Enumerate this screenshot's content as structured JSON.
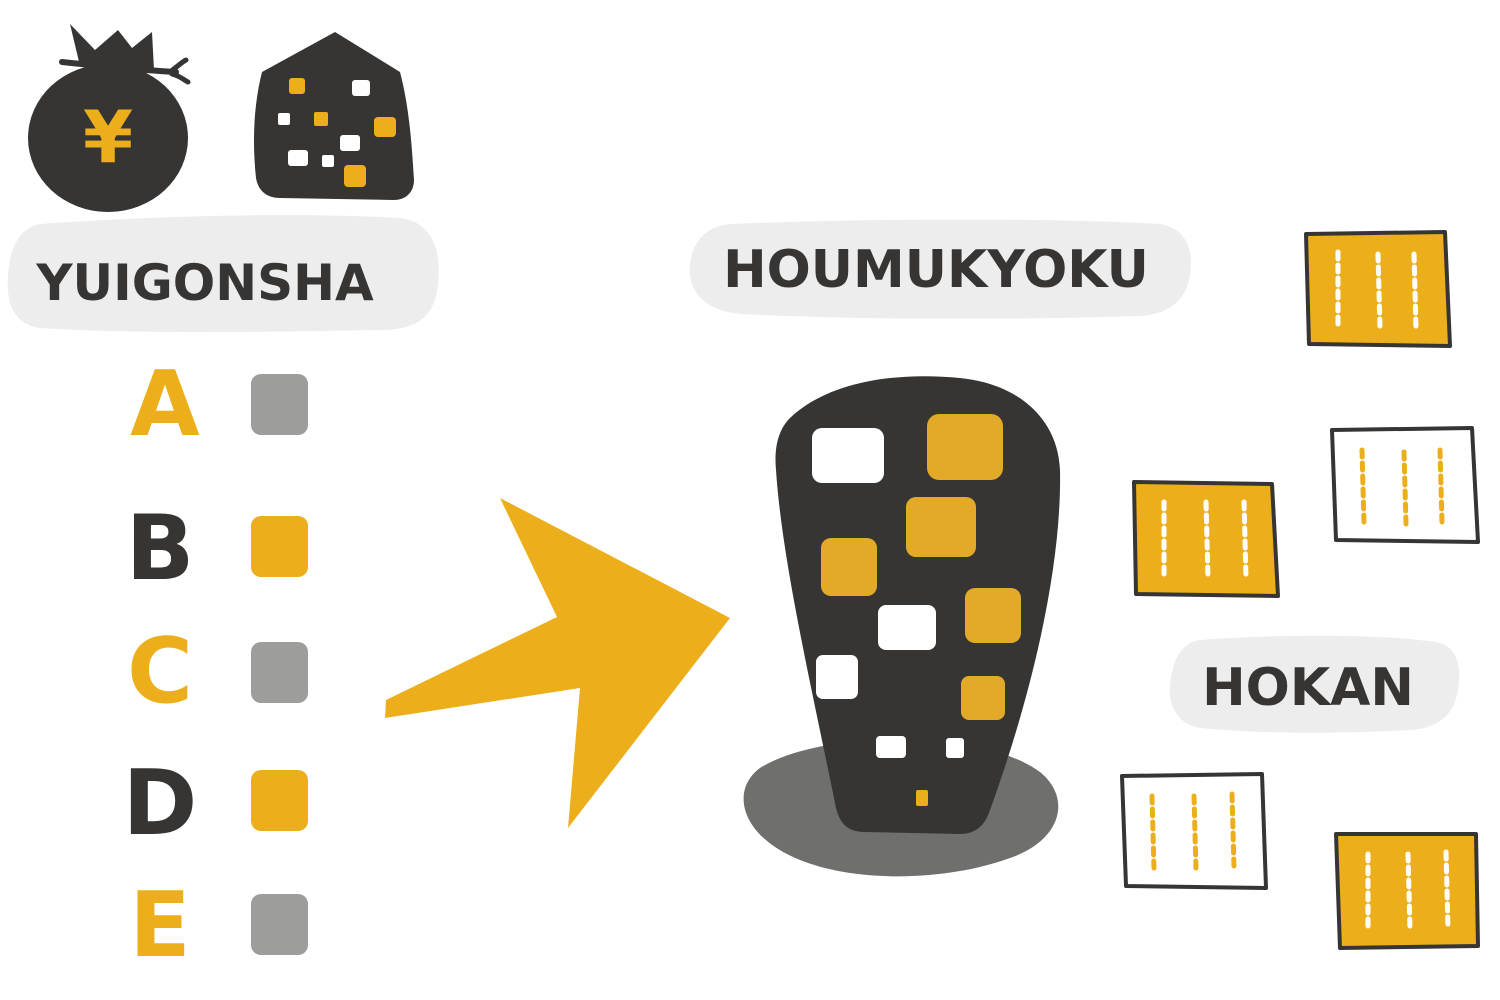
{
  "colors": {
    "dark": "#363534",
    "yellow": "#ECAF1B",
    "gray_square": "#9D9D9C",
    "pill": "#EDEDED",
    "shadow": "#6F6F6E",
    "white": "#FFFFFF"
  },
  "icons": {
    "money_bag": "money-bag-icon",
    "yen_symbol": "¥",
    "house": "house-icon",
    "building": "building-icon",
    "document": "document-icon",
    "arrow": "arrow-icon"
  },
  "labels": {
    "testator": "YUIGONSHA",
    "legal_bureau": "HOUMUKYOKU",
    "storage": "HOKAN"
  },
  "heirs": [
    {
      "letter": "A",
      "letter_color": "#ECAF1B",
      "square_color": "#9D9D9C"
    },
    {
      "letter": "B",
      "letter_color": "#363534",
      "square_color": "#ECAF1B"
    },
    {
      "letter": "C",
      "letter_color": "#ECAF1B",
      "square_color": "#9D9D9C"
    },
    {
      "letter": "D",
      "letter_color": "#363534",
      "square_color": "#ECAF1B"
    },
    {
      "letter": "E",
      "letter_color": "#ECAF1B",
      "square_color": "#9D9D9C"
    }
  ]
}
